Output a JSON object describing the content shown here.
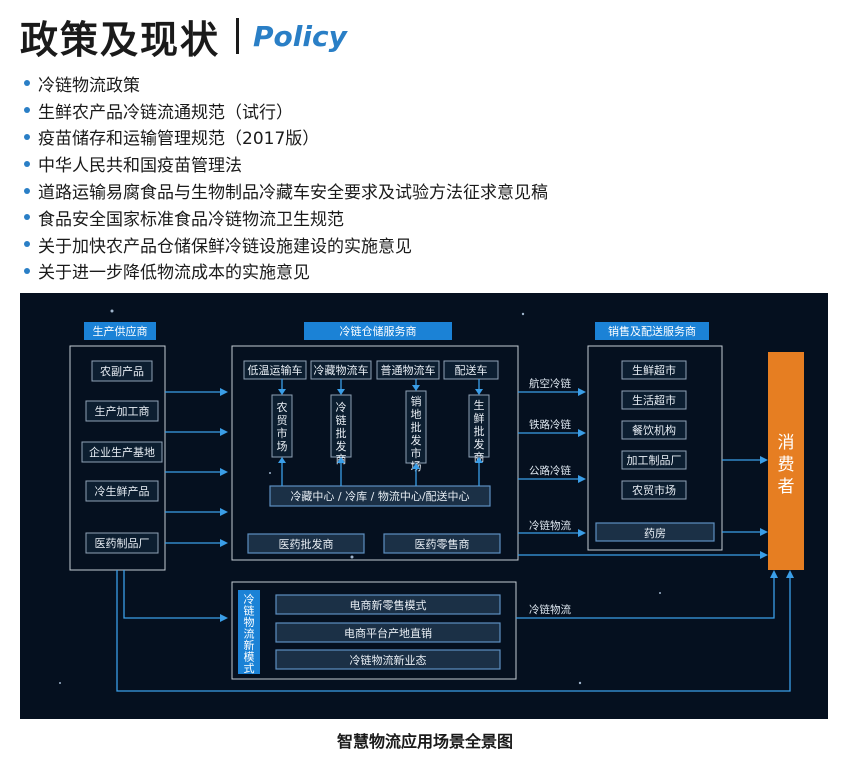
{
  "header": {
    "title_cn": "政策及现状",
    "title_en": "Policy"
  },
  "policies": [
    "冷链物流政策",
    "生鲜农产品冷链流通规范（试行）",
    "疫苗储存和运输管理规范（2017版）",
    "中华人民共和国疫苗管理法",
    "道路运输易腐食品与生物制品冷藏车安全要求及试验方法征求意见稿",
    "食品安全国家标准食品冷链物流卫生规范",
    "关于加快农产品仓储保鲜冷链设施建设的实施意见",
    "关于进一步降低物流成本的实施意见"
  ],
  "diagram": {
    "headers": {
      "producers": "生产供应商",
      "cold_storage": "冷链仓储服务商",
      "sales": "销售及配送服务商"
    },
    "producers": [
      "农副产品",
      "生产加工商",
      "企业生产基地",
      "冷生鲜产品",
      "医药制品厂"
    ],
    "vehicles": [
      "低温运输车",
      "冷藏物流车",
      "普通物流车",
      "配送车"
    ],
    "markets": [
      "农贸市场",
      "冷链批发商",
      "销地批发市场",
      "生鲜批发商"
    ],
    "hub": "冷藏中心 / 冷库 / 物流中心/配送中心",
    "pharma": [
      "医药批发商",
      "医药零售商"
    ],
    "channels": [
      "航空冷链",
      "铁路冷链",
      "公路冷链",
      "冷链物流",
      "冷链物流"
    ],
    "retail": [
      "生鲜超市",
      "生活超市",
      "餐饮机构",
      "加工制品厂",
      "农贸市场"
    ],
    "pharmacy": "药房",
    "consumer": "消费者",
    "new_mode_title": "冷链物流新模式",
    "new_modes": [
      "电商新零售模式",
      "电商平台产地直销",
      "冷链物流新业态"
    ]
  },
  "caption": "智慧物流应用场景全景图"
}
